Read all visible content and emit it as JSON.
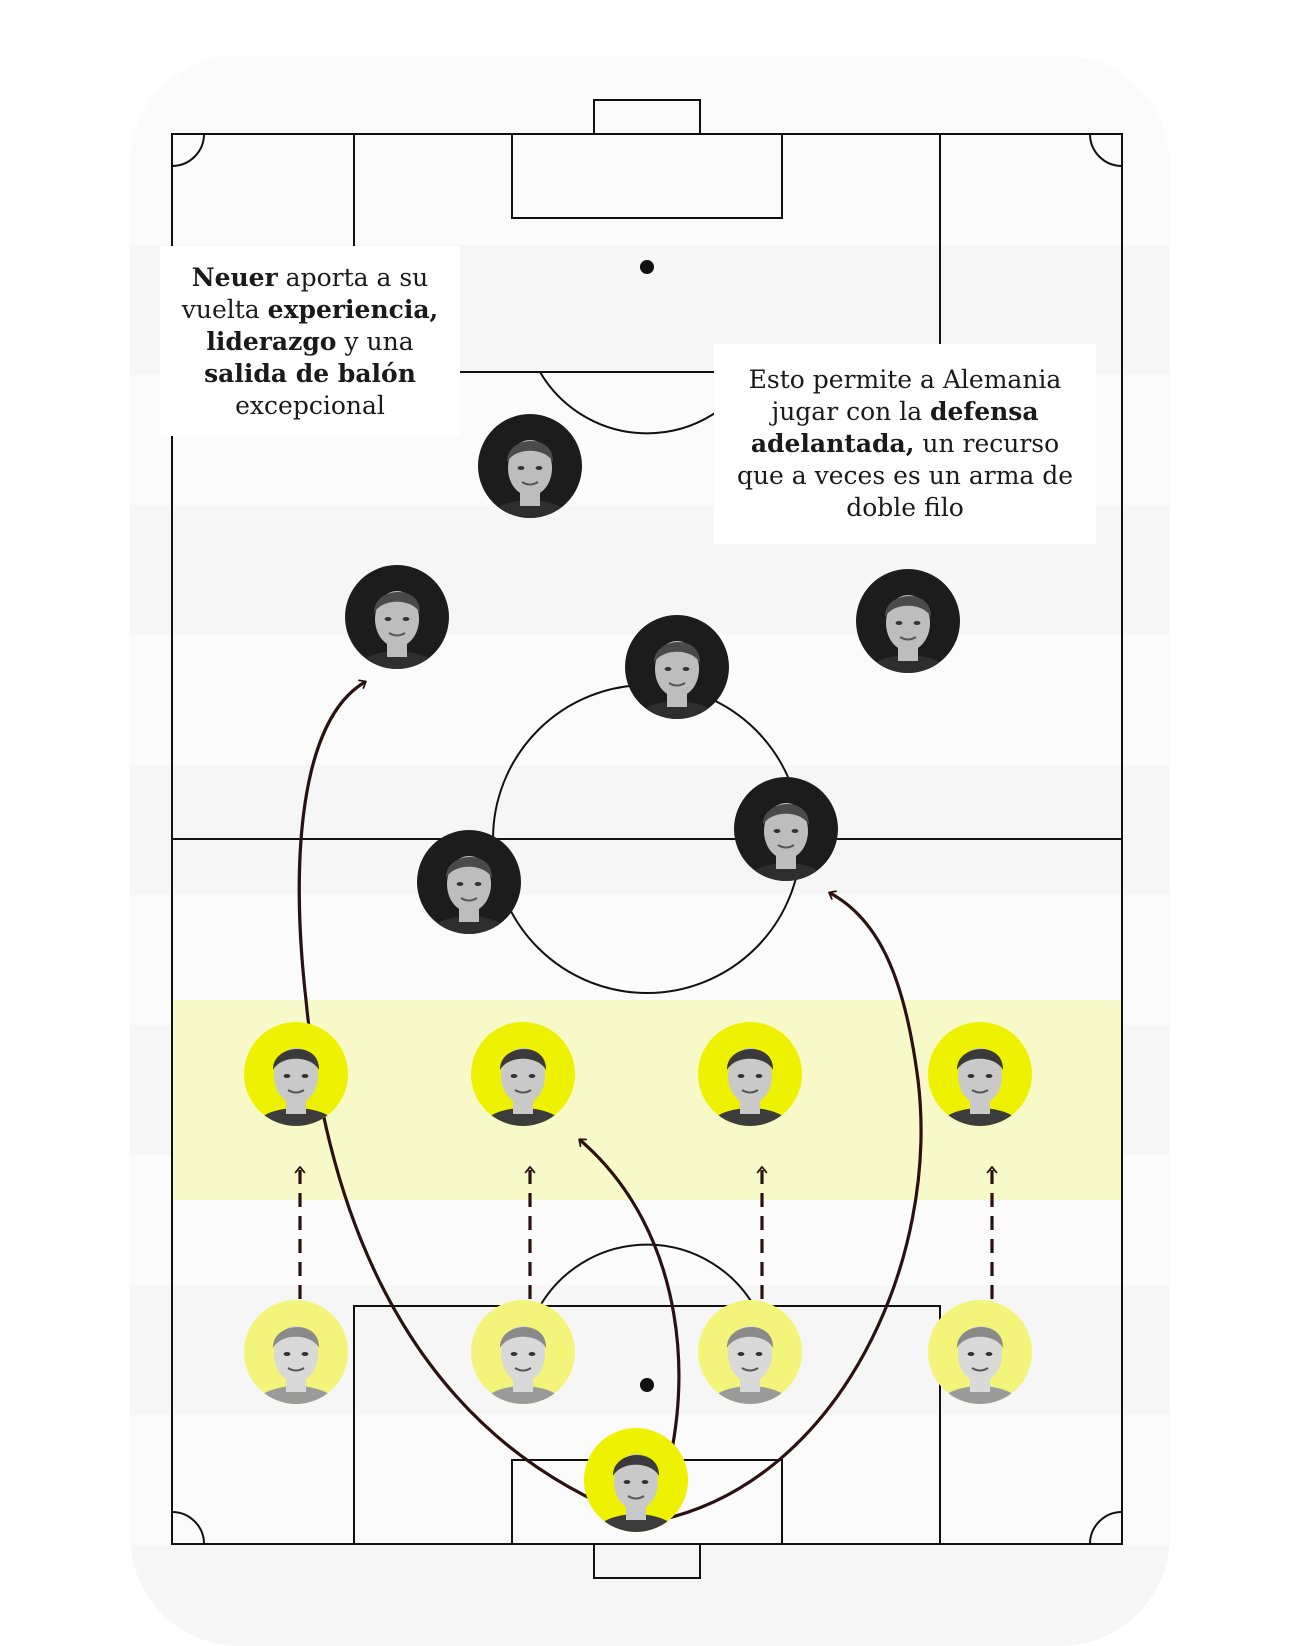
{
  "notes": {
    "left": {
      "parts": [
        {
          "text": "Neuer",
          "bold": true
        },
        {
          "text": " aporta a su vuelta ",
          "bold": false
        },
        {
          "text": "experiencia, liderazgo",
          "bold": true
        },
        {
          "text": " y una ",
          "bold": false
        },
        {
          "text": "salida de balón",
          "bold": true
        },
        {
          "text": " excepcional",
          "bold": false
        }
      ]
    },
    "right": {
      "parts": [
        {
          "text": "Esto permite a Alemania jugar con la ",
          "bold": false
        },
        {
          "text": "defensa adelantada,",
          "bold": true
        },
        {
          "text": " un recurso que a veces es un arma de doble filo",
          "bold": false
        }
      ]
    }
  },
  "colors": {
    "highlight_band": "#f8f9c8",
    "stripe": "#f6f6f6",
    "accent_yellow": "#eef200",
    "faded_yellow": "#f2f57a",
    "player_dark": "#1c1c1c",
    "arrow": "#2a1212",
    "line": "#111111"
  },
  "players": {
    "goalkeeper": {
      "role": "goalkeeper",
      "style": "accent"
    },
    "defenders_advanced": [
      {
        "style": "accent"
      },
      {
        "style": "accent"
      },
      {
        "style": "accent"
      },
      {
        "style": "accent"
      }
    ],
    "defenders_original": [
      {
        "style": "faded"
      },
      {
        "style": "faded"
      },
      {
        "style": "faded"
      },
      {
        "style": "faded"
      }
    ],
    "attackers": [
      {
        "style": "dark"
      },
      {
        "style": "dark"
      },
      {
        "style": "dark"
      },
      {
        "style": "dark"
      },
      {
        "style": "dark"
      },
      {
        "style": "dark"
      }
    ]
  }
}
